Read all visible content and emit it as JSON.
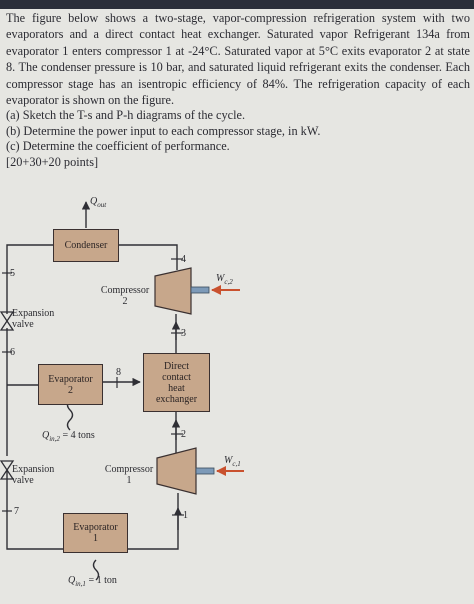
{
  "problem": {
    "paragraph": "The figure below shows a two-stage, vapor-compression refrigeration system with two evaporators and a direct contact heat exchanger. Saturated vapor Refrigerant 134a from evaporator 1 enters compressor 1 at -24°C. Saturated vapor at 5°C exits evaporator 2 at state 8. The condenser pressure is 10 bar, and saturated liquid refrigerant exits the condenser. Each compressor stage has an isentropic efficiency of 84%. The refrigeration capacity of each evaporator is shown on the figure.",
    "items": [
      "(a) Sketch the T-s and P-h diagrams of the cycle.",
      "(b) Determine the power input to each compressor stage, in kW.",
      "(c) Determine the coefficient of performance."
    ],
    "points": "[20+30+20 points]"
  },
  "diagram": {
    "q_out": "Q",
    "q_out_sub": "out",
    "condenser": "Condenser",
    "compressor2": [
      "Compressor",
      "2"
    ],
    "wc2": "W",
    "wc2_sub": "c,2",
    "expansion_valve_top": [
      "Expansion",
      "valve"
    ],
    "evaporator2": [
      "Evaporator",
      "2"
    ],
    "heat_exchanger": [
      "Direct",
      "contact",
      "heat",
      "exchanger"
    ],
    "q_in2": "Q",
    "q_in2_sub": "in,2",
    "q_in2_value": "= 4  tons",
    "expansion_valve_bottom": [
      "Expansion",
      "valve"
    ],
    "compressor1": [
      "Compressor",
      "1"
    ],
    "wc1": "W",
    "wc1_sub": "c,1",
    "evaporator1": [
      "Evaporator",
      "1"
    ],
    "q_in1": "Q",
    "q_in1_sub": "in,1",
    "q_in1_value": "= 1 ton",
    "states": [
      "1",
      "2",
      "3",
      "4",
      "5",
      "6",
      "7",
      "8"
    ],
    "colors": {
      "box_fill": "#c7a78b",
      "line": "#2f2f35",
      "work_arrow": "#c9512e",
      "compressor_shaft": "#7d9ab8"
    }
  }
}
